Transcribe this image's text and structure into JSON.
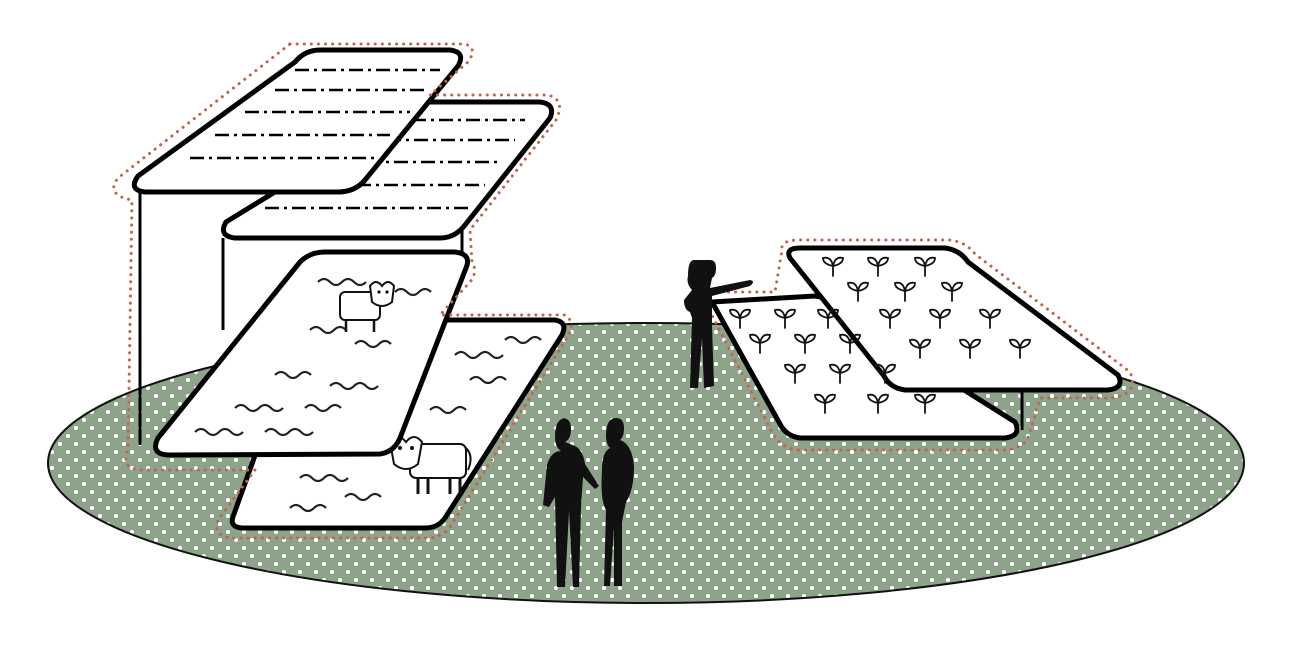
{
  "scene": {
    "ground_color": "#8da38a",
    "ground_dot_color": "#ffffff",
    "outline_color": "#c4624f",
    "panel_fill": "#ffffff",
    "panel_stroke": "#000000",
    "left_structure": {
      "upper_layers": {
        "pattern": "dash-lines",
        "icon": "solar-lines"
      },
      "lower_layers": {
        "pattern": "waves",
        "icon": "cow-icon",
        "cow_count": 2
      }
    },
    "right_structure": {
      "layers": {
        "pattern": "sprouts",
        "icon": "sprout-icon"
      }
    },
    "people": {
      "count": 3,
      "icon": "person-silhouette-icon"
    }
  }
}
